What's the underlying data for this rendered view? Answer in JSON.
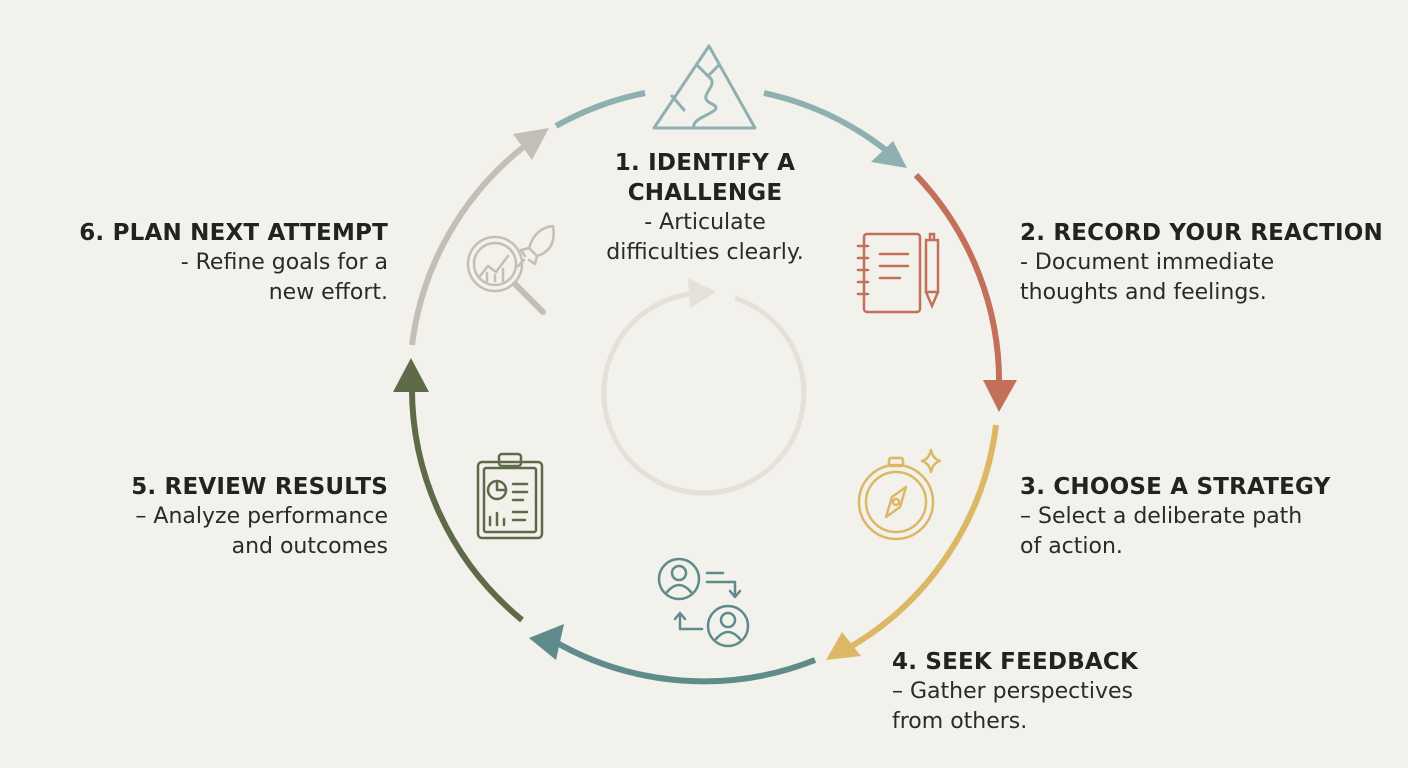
{
  "steps": [
    {
      "title_line1": "1. IDENTIFY A",
      "title_line2": "CHALLENGE",
      "desc_line1": "- Articulate",
      "desc_line2": "difficulties clearly.",
      "icon": "mountain-path-icon",
      "color": "#8fb0b0"
    },
    {
      "title": "2. RECORD YOUR REACTION",
      "desc_line1": "- Document immediate",
      "desc_line2": "thoughts and feelings.",
      "icon": "notebook-pen-icon",
      "color": "#c2705a"
    },
    {
      "title": "3. CHOOSE A STRATEGY",
      "desc_line1": "– Select a deliberate path",
      "desc_line2": "of action.",
      "icon": "compass-icon",
      "color": "#dcb866"
    },
    {
      "title": "4. SEEK FEEDBACK",
      "desc_line1": "– Gather perspectives",
      "desc_line2": "from others.",
      "icon": "people-exchange-icon",
      "color": "#5f8b8b"
    },
    {
      "title": "5. REVIEW RESULTS",
      "desc_line1": "– Analyze performance",
      "desc_line2": "and outcomes",
      "icon": "clipboard-chart-icon",
      "color": "#5f6b48"
    },
    {
      "title": "6. PLAN NEXT ATTEMPT",
      "desc_line1": "- Refine goals for a",
      "desc_line2": "new effort.",
      "icon": "magnifier-rocket-icon",
      "color": "#c3bfb6"
    }
  ],
  "colors": {
    "background": "#f2f1ec",
    "center_cycle": "#e3e1da",
    "text": "#222222"
  }
}
